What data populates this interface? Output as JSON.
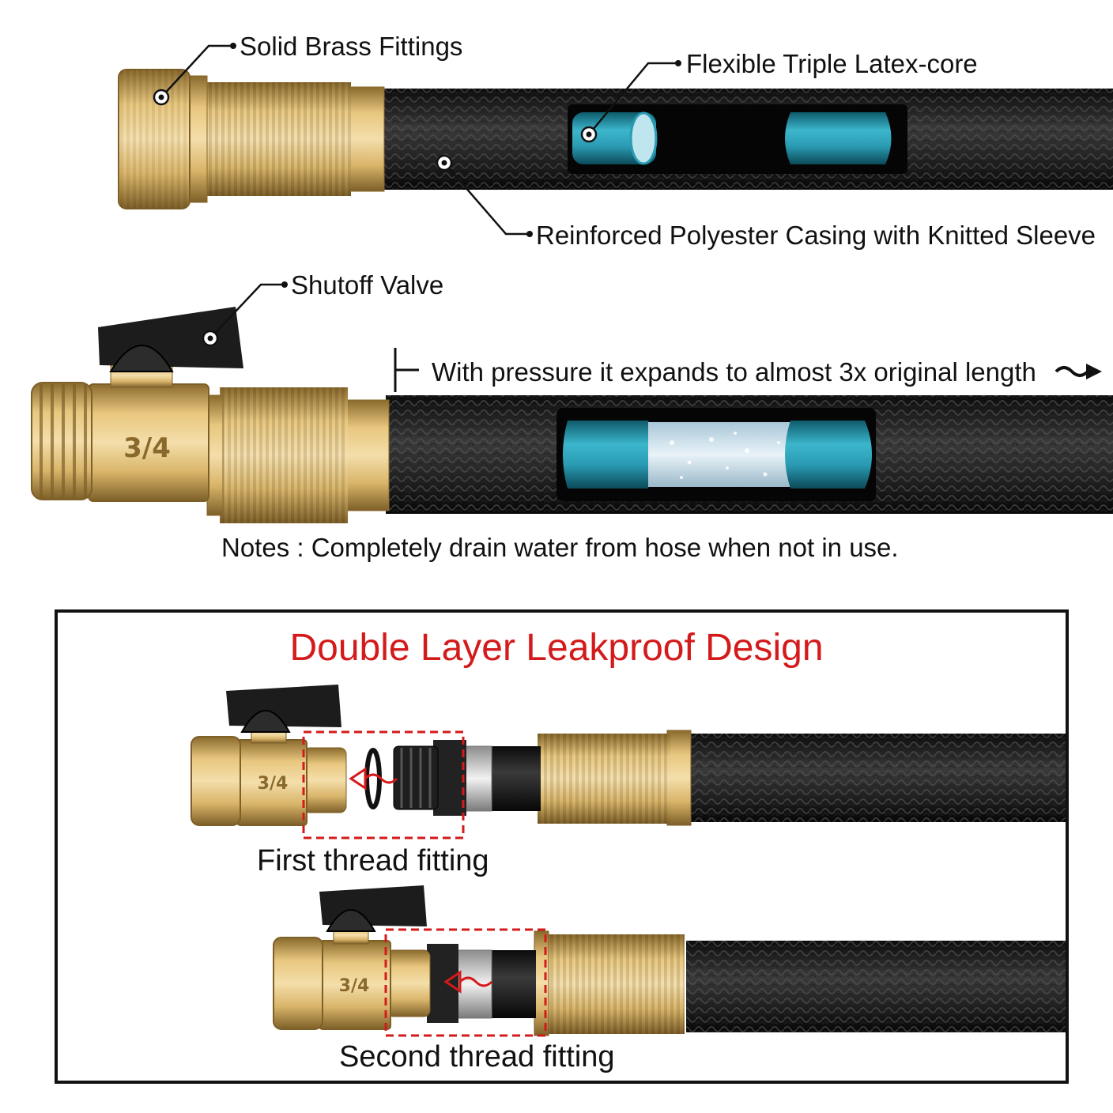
{
  "labels": {
    "brass_fittings": "Solid Brass Fittings",
    "latex_core": "Flexible Triple Latex-core",
    "casing": "Reinforced Polyester Casing with Knitted Sleeve",
    "shutoff_valve": "Shutoff Valve",
    "expansion": "With pressure it expands to almost 3x original length",
    "valve_marking": "3/4"
  },
  "notes": "Notes : Completely drain water from hose when not in use.",
  "leakproof": {
    "title": "Double Layer Leakproof Design",
    "first_fitting": "First thread fitting",
    "second_fitting": "Second thread fitting"
  },
  "colors": {
    "brass": "#d9b56a",
    "brass_dark": "#9a7a3a",
    "hose": "#1a1a1a",
    "latex": "#2a9bb3",
    "accent_red": "#d41a1a"
  }
}
